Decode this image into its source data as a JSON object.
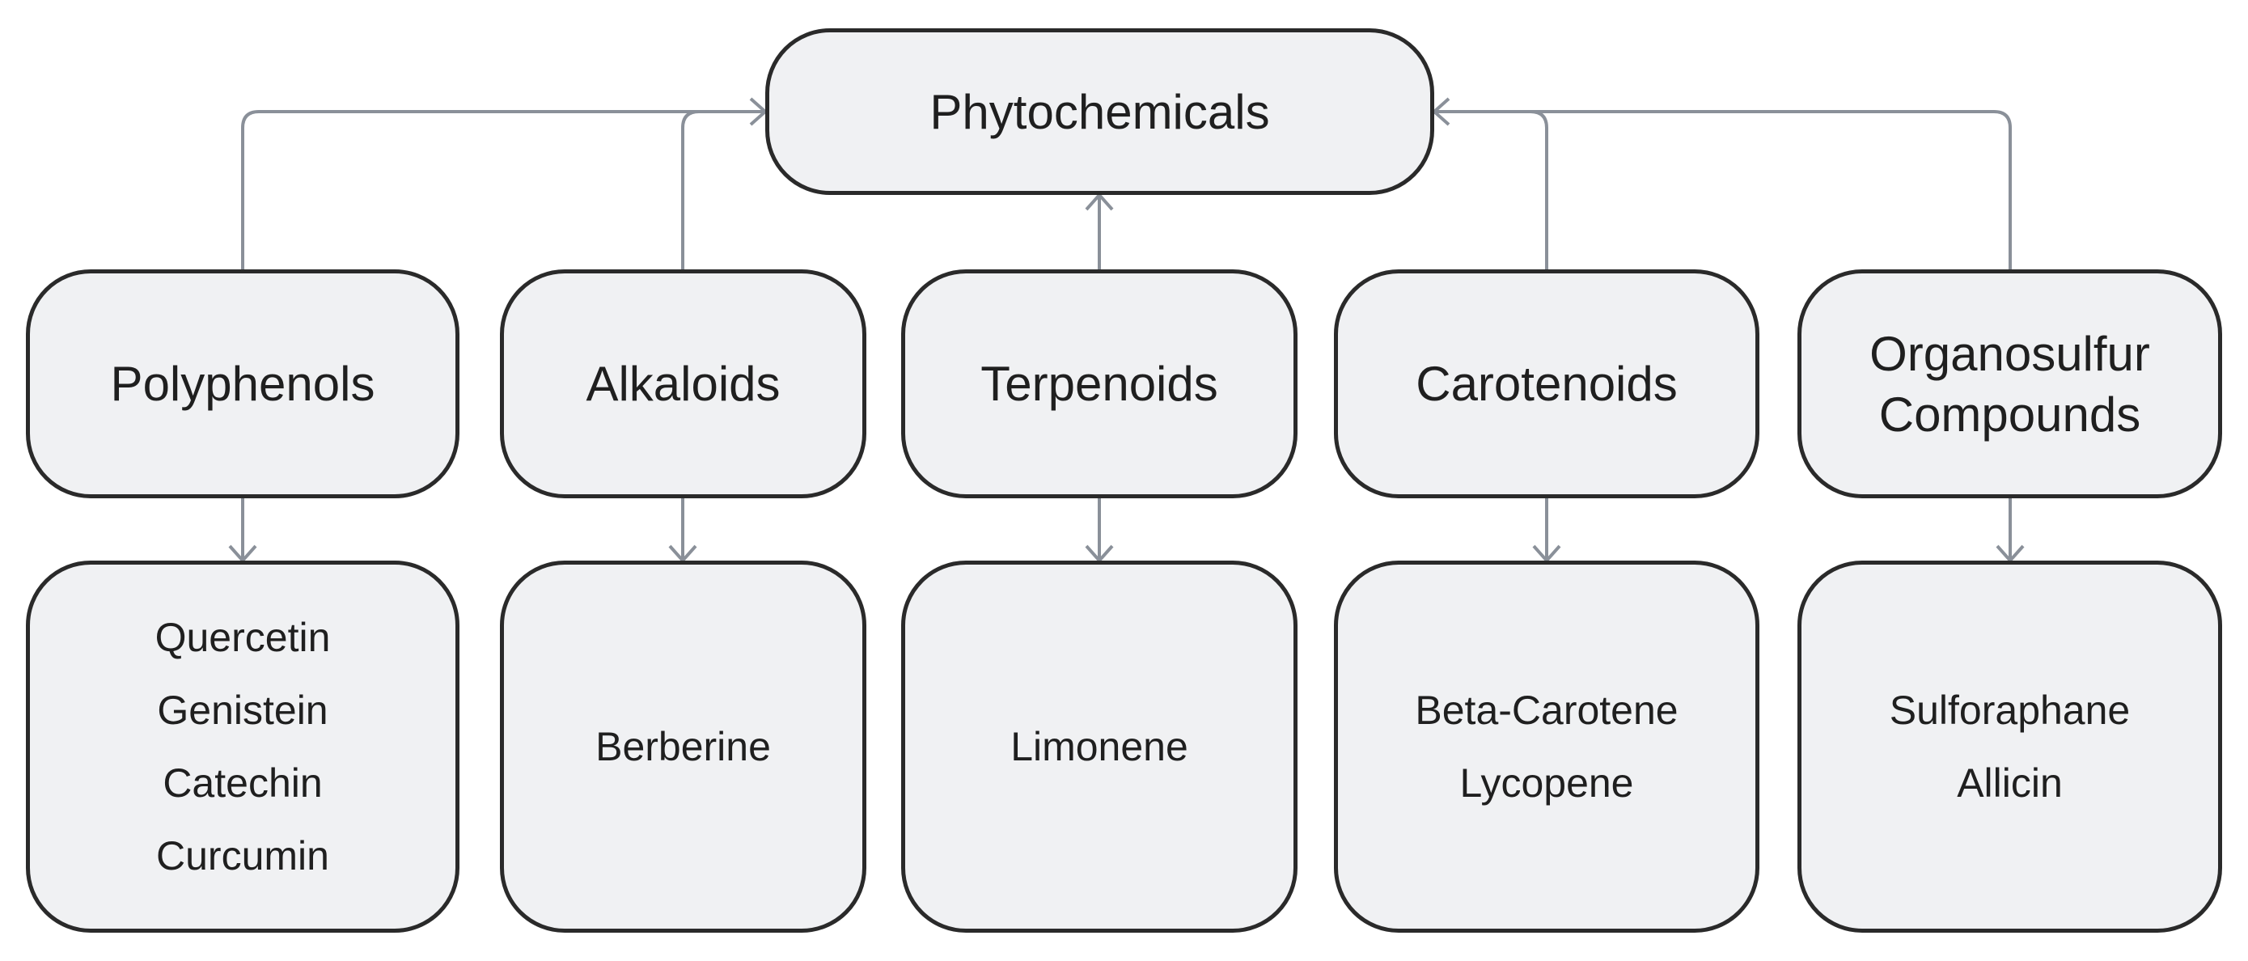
{
  "root": {
    "label": "Phytochemicals"
  },
  "categories": [
    {
      "label": "Polyphenols",
      "examples": [
        "Quercetin",
        "Genistein",
        "Catechin",
        "Curcumin"
      ]
    },
    {
      "label": "Alkaloids",
      "examples": [
        "Berberine"
      ]
    },
    {
      "label": "Terpenoids",
      "examples": [
        "Limonene"
      ]
    },
    {
      "label": "Carotenoids",
      "examples": [
        "Beta-Carotene",
        "Lycopene"
      ]
    },
    {
      "label": "Organosulfur Compounds",
      "examples": [
        "Sulforaphane",
        "Allicin"
      ]
    }
  ],
  "colors": {
    "node_fill": "#f0f1f3",
    "node_border": "#2a2a2a",
    "connector": "#8a9099"
  }
}
